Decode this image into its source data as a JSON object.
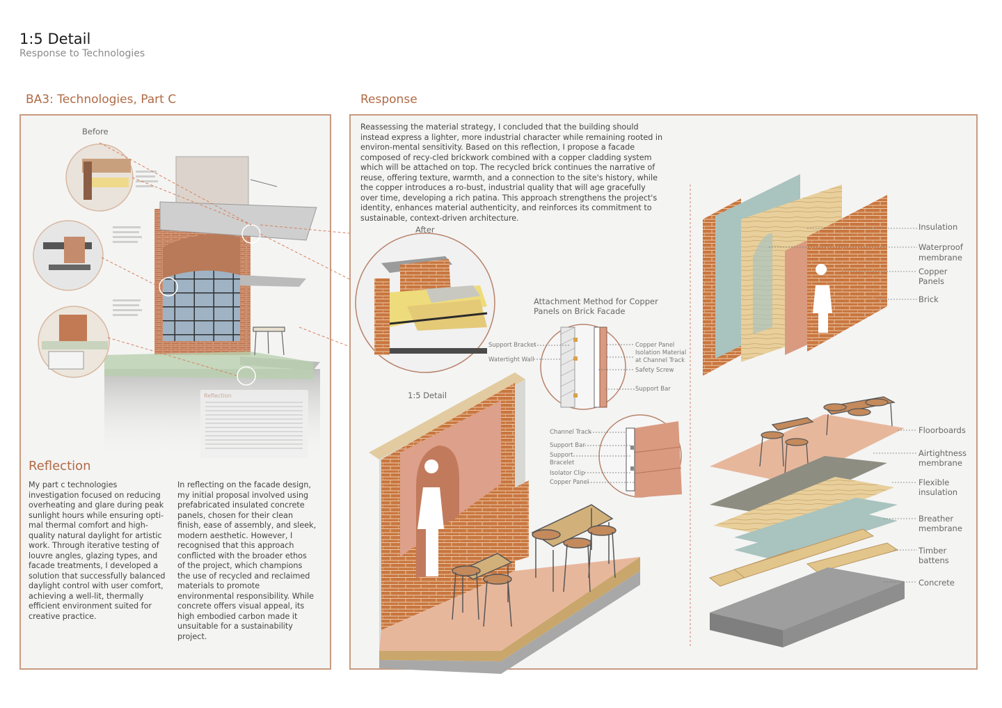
{
  "header": {
    "title": "1:5 Detail",
    "subtitle": "Response to Technologies"
  },
  "left": {
    "title": "BA3: Technologies, Part C",
    "before_label": "Before",
    "reflection_card_label": "Reflection",
    "reflection_heading": "Reflection",
    "reflection_col1": "My part c technologies investigation focused on reducing overheating and glare during peak sunlight hours while ensuring opti-mal thermal comfort and high-quality natural daylight for artistic work. Through iterative testing of louvre angles, glazing types, and facade treatments, I developed a solution that successfully balanced daylight control with user comfort, achieving a well-lit, thermally efficient environment suited for creative practice.",
    "reflection_col2": "In reflecting on the facade design, my initial proposal involved using prefabricated insulated concrete panels, chosen for their clean finish, ease of assembly, and sleek, modern aesthetic. However, I recognised that this approach conflicted with the broader ethos of the project, which champions the use of recycled and reclaimed materials to promote environmental responsibility. While concrete offers visual appeal, its high embodied carbon made it unsuitable for a sustainability project."
  },
  "right": {
    "title": "Response",
    "intro": "Reassessing the material strategy, I concluded that the building should instead express a lighter, more industrial character while remaining rooted in environ-mental sensitivity. Based on this reflection, I propose a facade composed of recy-cled brickwork combined with a copper cladding system which will be attached on top. The recycled brick continues the narrative of reuse, offering texture, warmth, and a connection to the site's history, while the copper introduces a ro-bust, industrial quality that will age gracefully over time, developing a rich patina. This approach strengthens the project's identity, enhances material authenticity, and reinforces its commitment to sustainable, context-driven architecture.",
    "after_label": "After",
    "detail_label": "1:5 Detail",
    "attachment_title_1": "Attachment Method for Copper",
    "attachment_title_2": "Panels on Brick Facade",
    "attach_left": [
      "Support Bracket",
      "Watertight Wall"
    ],
    "attach_right": [
      "Copper Panel",
      "Isolation Material",
      "at Channel Track",
      "Safety Screw",
      "Support Bar"
    ],
    "clip_labels": [
      "Channel Track",
      "Support Bar",
      "Support",
      "Bracelet",
      "Isolator Clip",
      "Copper Panel"
    ],
    "wall_layers": [
      "Insulation",
      "Waterproof",
      "membrane",
      "Copper",
      "Panels",
      "Brick"
    ],
    "floor_layers": [
      "Floorboards",
      "Airtightness",
      "membrane",
      "Flexible",
      "insulation",
      "Breather",
      "membrane",
      "Timber",
      "battens",
      "Concrete"
    ]
  },
  "colors": {
    "accent": "#b06a45",
    "border": "#c89a80",
    "brick": "#c8753e",
    "copper": "#d99a80",
    "timber": "#e9d2a0",
    "membrane": "#a9c3bf",
    "concrete": "#9b9b9b"
  }
}
